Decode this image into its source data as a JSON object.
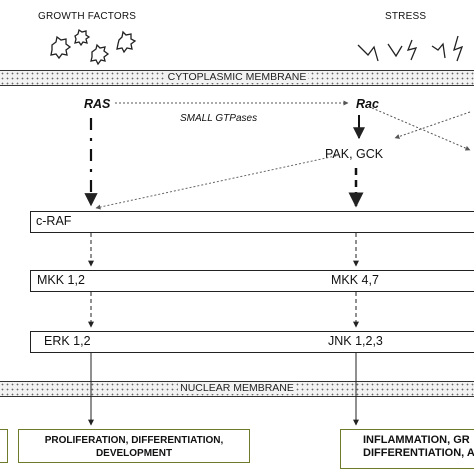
{
  "top": {
    "growth_factors": "GROWTH FACTORS",
    "stress": "STRESS"
  },
  "membranes": {
    "cytoplasmic": "CYTOPLASMIC MEMBRANE",
    "nuclear": "NUCLEAR MEMBRANE"
  },
  "nodes": {
    "ras": "RAS",
    "rac": "Rac",
    "small_gtpases": "SMALL GTPases",
    "pak_gck": "PAK, GCK",
    "c_raf": "c-RAF",
    "mkk12": "MKK 1,2",
    "mkk47": "MKK 4,7",
    "erk": "ERK 1,2",
    "jnk": "JNK 1,2,3"
  },
  "outputs": {
    "erk_line1": "PROLIFERATION, DIFFERENTIATION,",
    "erk_line2": "DEVELOPMENT",
    "jnk_line1": "INFLAMMATION, GR",
    "jnk_line2": "DIFFERENTIATION, AP"
  }
}
